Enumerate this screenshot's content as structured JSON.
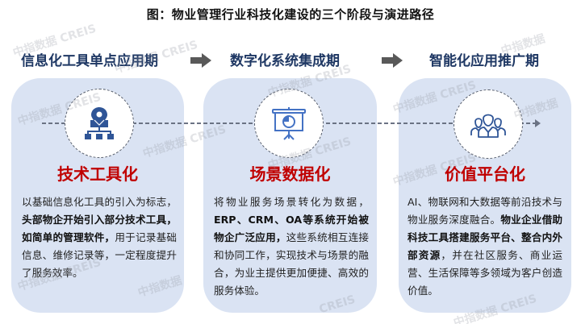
{
  "title": "图：物业管理行业科技化建设的三个阶段与演进路径",
  "stages": [
    {
      "heading": "信息化工具单点应用期",
      "icon": "hierarchy-location-icon",
      "card_title": "技术工具化",
      "text_segments": [
        {
          "text": "以基础信息化工具的引入为标志，",
          "bold": false
        },
        {
          "text": "头部物企开始引入部分技术工具，如简单的管理软件，",
          "bold": true
        },
        {
          "text": "用于记录基础信息、维修记录等，一定程度提升了服务效率。",
          "bold": false
        }
      ]
    },
    {
      "heading": "数字化系统集成期",
      "icon": "presentation-chart-icon",
      "card_title": "场景数据化",
      "text_segments": [
        {
          "text": "将物业服务场景转化为数据，",
          "bold": false
        },
        {
          "text": "ERP、CRM、OA等系统开始被物企广泛应用，",
          "bold": true
        },
        {
          "text": "这些系统相互连接和协同工作，实现技术与场景的融合，为业主提供更加便捷、高效的服务体验。",
          "bold": false
        }
      ]
    },
    {
      "heading": "智能化应用推广期",
      "icon": "user-group-icon",
      "card_title": "价值平台化",
      "text_segments": [
        {
          "text": "AI、物联网和大数据等前沿技术与物业服务深度融合。",
          "bold": false
        },
        {
          "text": "物业企业借助科技工具搭建服务平台、整合内外部资源",
          "bold": true
        },
        {
          "text": "，并在社区服务、商业运营、生活保障等多领域为客户创造价值。",
          "bold": false
        }
      ]
    }
  ],
  "watermark": {
    "cn": "中指数据",
    "en": "CREIS"
  },
  "colors": {
    "heading": "#1f3864",
    "card_bg": "#dae3f3",
    "card_title": "#c00000",
    "icon": "#2f5597",
    "arrow": "#595959",
    "timeline": "#6b7384"
  }
}
